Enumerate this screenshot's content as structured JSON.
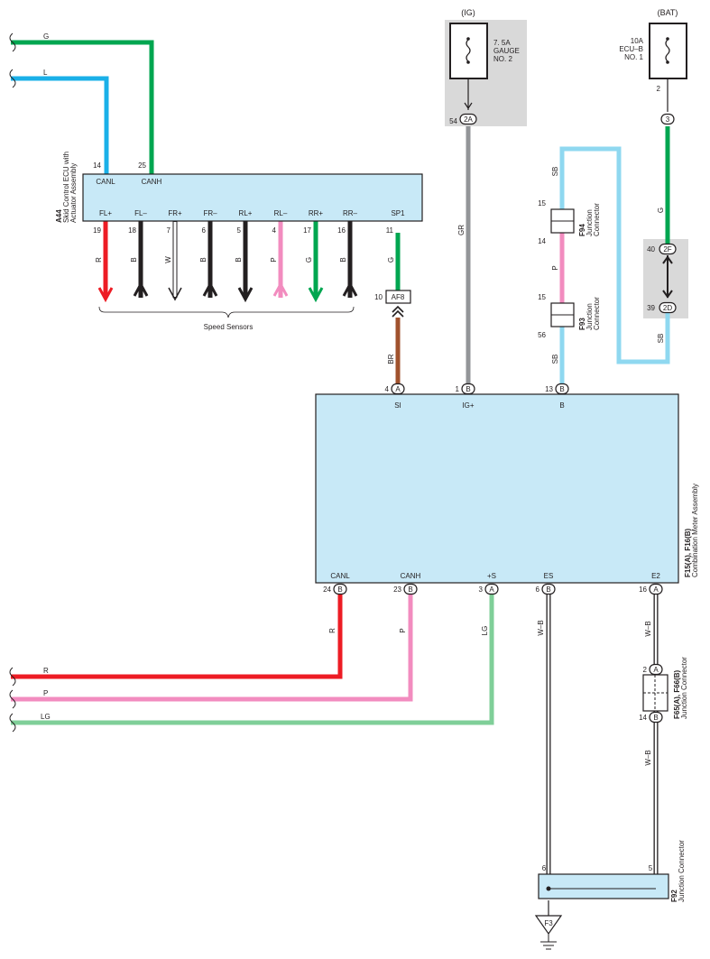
{
  "colors": {
    "G": "#00a650",
    "L": "#1ab0e8",
    "R": "#ed1c24",
    "B": "#231f20",
    "W": "#ffffff",
    "P": "#f28cbf",
    "BR": "#a0522d",
    "GR": "#939598",
    "SB": "#8fd8f0",
    "LG": "#7fcf98",
    "ecu_fill": "#c8e9f7",
    "shade": "#d9d9d9"
  },
  "sources": {
    "ig": {
      "label": "(IG)",
      "fuse_lines": [
        "7. 5A",
        "GAUGE",
        "NO. 2"
      ],
      "pin": "54",
      "connector": "2A",
      "wire": "GR"
    },
    "bat": {
      "label": "(BAT)",
      "fuse_lines": [
        "10A",
        "ECU–B",
        "NO. 1"
      ],
      "pin_below": "2",
      "connector": "3",
      "wire": "G"
    }
  },
  "left_wires": {
    "top": [
      {
        "color": "G",
        "pin": "25",
        "pin_name": "CANH"
      },
      {
        "color": "L",
        "pin": "14",
        "pin_name": "CANL"
      }
    ],
    "bottom": [
      {
        "color": "R"
      },
      {
        "color": "P"
      },
      {
        "color": "LG"
      }
    ]
  },
  "ecu_a44": {
    "code": "A44",
    "name": "Skid Control ECU with",
    "name2": "Actuator Assembly",
    "outputs": [
      {
        "name": "FL+",
        "pin": "19",
        "color": "R",
        "dir": "down"
      },
      {
        "name": "FL–",
        "pin": "18",
        "color": "B",
        "dir": "up"
      },
      {
        "name": "FR+",
        "pin": "7",
        "color": "W",
        "dir": "down"
      },
      {
        "name": "FR–",
        "pin": "6",
        "color": "B",
        "dir": "up"
      },
      {
        "name": "RL+",
        "pin": "5",
        "color": "B",
        "dir": "down"
      },
      {
        "name": "RL–",
        "pin": "4",
        "color": "P",
        "dir": "up"
      },
      {
        "name": "RR+",
        "pin": "17",
        "color": "G",
        "dir": "down"
      },
      {
        "name": "RR–",
        "pin": "16",
        "color": "B",
        "dir": "up"
      }
    ],
    "sp1": {
      "name": "SP1",
      "pin": "11",
      "color": "G"
    },
    "speed_sensors": "Speed Sensors"
  },
  "af8": {
    "pin": "10",
    "label": "AF8",
    "wire": "BR"
  },
  "junctions": {
    "f94": {
      "code": "F94",
      "name": "Junction",
      "name2": "Connector",
      "pin_top": "15",
      "pin_bottom": "14"
    },
    "f93": {
      "code": "F93",
      "name": "Junction",
      "name2": "Connector",
      "pin_top": "15",
      "pin_bottom": "56"
    },
    "bat_j": {
      "pin_top": "40",
      "conn_top": "2F",
      "pin_bottom": "39",
      "conn_bottom": "2D"
    },
    "f65": {
      "code": "F65(A), F66(B)",
      "name": "Junction Connector",
      "pin_top": "2",
      "conn_top": "A",
      "pin_bottom": "14",
      "conn_bottom": "B"
    },
    "f92": {
      "code": "F92",
      "name": "Junction Connector",
      "pin_left": "6",
      "pin_right": "5"
    }
  },
  "meter": {
    "code": "F15(A), F16(B)",
    "name": "Combination Meter Assembly",
    "top_pins": [
      {
        "name": "SI",
        "pin": "4",
        "conn": "A",
        "wire": "BR"
      },
      {
        "name": "IG+",
        "pin": "1",
        "conn": "B",
        "wire": "GR"
      },
      {
        "name": "B",
        "pin": "13",
        "conn": "B",
        "wire": "SB"
      }
    ],
    "bottom_pins": [
      {
        "name": "CANL",
        "pin": "24",
        "conn": "B",
        "wire": "R"
      },
      {
        "name": "CANH",
        "pin": "23",
        "conn": "B",
        "wire": "P"
      },
      {
        "name": "+S",
        "pin": "3",
        "conn": "A",
        "wire": "LG"
      },
      {
        "name": "ES",
        "pin": "6",
        "conn": "B",
        "wire": "W–B"
      },
      {
        "name": "E2",
        "pin": "16",
        "conn": "A",
        "wire": "W–B"
      }
    ]
  },
  "ground": {
    "label": "F3"
  },
  "wire_labels": {
    "sp1": "G",
    "af8": "BR",
    "ig": "GR",
    "f94_top": "SB",
    "f94_f93": "P",
    "f93_bottom": "SB",
    "bat_top": "G",
    "bat_bottom": "SB",
    "canl": "R",
    "canh": "P",
    "plus_s": "LG",
    "es": "W–B",
    "e2_top": "W–B",
    "e2_bottom": "W–B",
    "left_g": "G",
    "left_l": "L",
    "left_r": "R",
    "left_p": "P",
    "left_lg": "LG"
  }
}
